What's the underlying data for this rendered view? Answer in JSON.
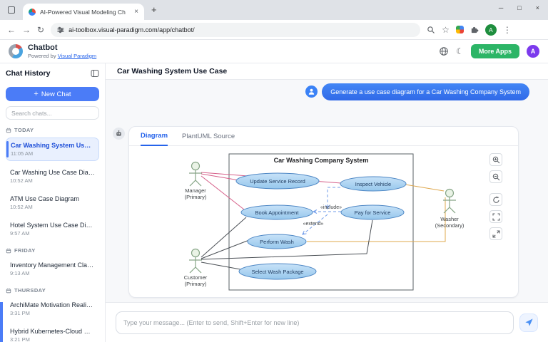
{
  "icons": {
    "close": "×",
    "minimize": "─",
    "maximize": "□",
    "back": "←",
    "forward": "→",
    "reload": "↻",
    "star": "☆",
    "menu": "⋮",
    "new_tab": "+",
    "plus": "+",
    "moon": "☾"
  },
  "browser": {
    "tab_title": "AI-Powered Visual Modeling Ch",
    "url": "ai-toolbox.visual-paradigm.com/app/chatbot/",
    "profile_letter": "A"
  },
  "app_header": {
    "title": "Chatbot",
    "powered_by": "Powered by",
    "powered_by_link": "Visual Paradigm",
    "more_apps": "More Apps",
    "avatar_letter": "A"
  },
  "sidebar": {
    "title": "Chat History",
    "new_chat": "New Chat",
    "search_placeholder": "Search chats...",
    "sections": [
      {
        "label": "TODAY",
        "items": [
          {
            "title": "Car Washing System Use Case",
            "time": "11:05 AM"
          },
          {
            "title": "Car Washing Use Case Diagr...",
            "time": "10:52 AM"
          },
          {
            "title": "ATM Use Case Diagram",
            "time": "10:52 AM"
          },
          {
            "title": "Hotel System Use Case Diagr...",
            "time": "9:57 AM"
          }
        ]
      },
      {
        "label": "FRIDAY",
        "items": [
          {
            "title": "Inventory Management Clas...",
            "time": "9:13 AM"
          }
        ]
      },
      {
        "label": "THURSDAY",
        "items": [
          {
            "title": "ArchiMate Motivation Realiz...",
            "time": "3:31 PM"
          },
          {
            "title": "Hybrid Kubernetes-Cloud De...",
            "time": "3:21 PM"
          }
        ]
      }
    ]
  },
  "main": {
    "page_title": "Car Washing System Use Case",
    "user_message": "Generate a use case diagram for a Car Washing Company System",
    "tab_diagram": "Diagram",
    "tab_source": "PlantUML Source",
    "composer_placeholder": "Type your message... (Enter to send, Shift+Enter for new line)"
  },
  "diagram": {
    "system_title": "Car Washing Company System",
    "manager_name": "Manager",
    "manager_role": "(Primary)",
    "customer_name": "Customer",
    "customer_role": "(Primary)",
    "washer_name": "Washer",
    "washer_role": "(Secondary)",
    "use_cases": {
      "update_service_record": "Update Service Record",
      "inspect_vehicle": "Inspect Vehicle",
      "book_appointment": "Book Appointment",
      "pay_for_service": "Pay for Service",
      "perform_wash": "Perform Wash",
      "select_wash_package": "Select Wash Package"
    },
    "labels": {
      "include": "«include»",
      "extend": "«extend»"
    }
  },
  "colors": {
    "accent_blue": "#4b7cf7",
    "user_bubble_blue": "#3b82f6",
    "more_apps_green": "#2cb566",
    "avatar_purple": "#7c3aed",
    "selected_chat_bg": "#e9f0fe",
    "usecase_fill_top": "#c7e2f8",
    "usecase_fill_bottom": "#96c7ec",
    "usecase_stroke": "#4d86c4",
    "manager_line": "#d6608a",
    "washer_line": "#dfa84e",
    "customer_line": "#4a4f55",
    "dashed_relation": "#6f9bea"
  }
}
